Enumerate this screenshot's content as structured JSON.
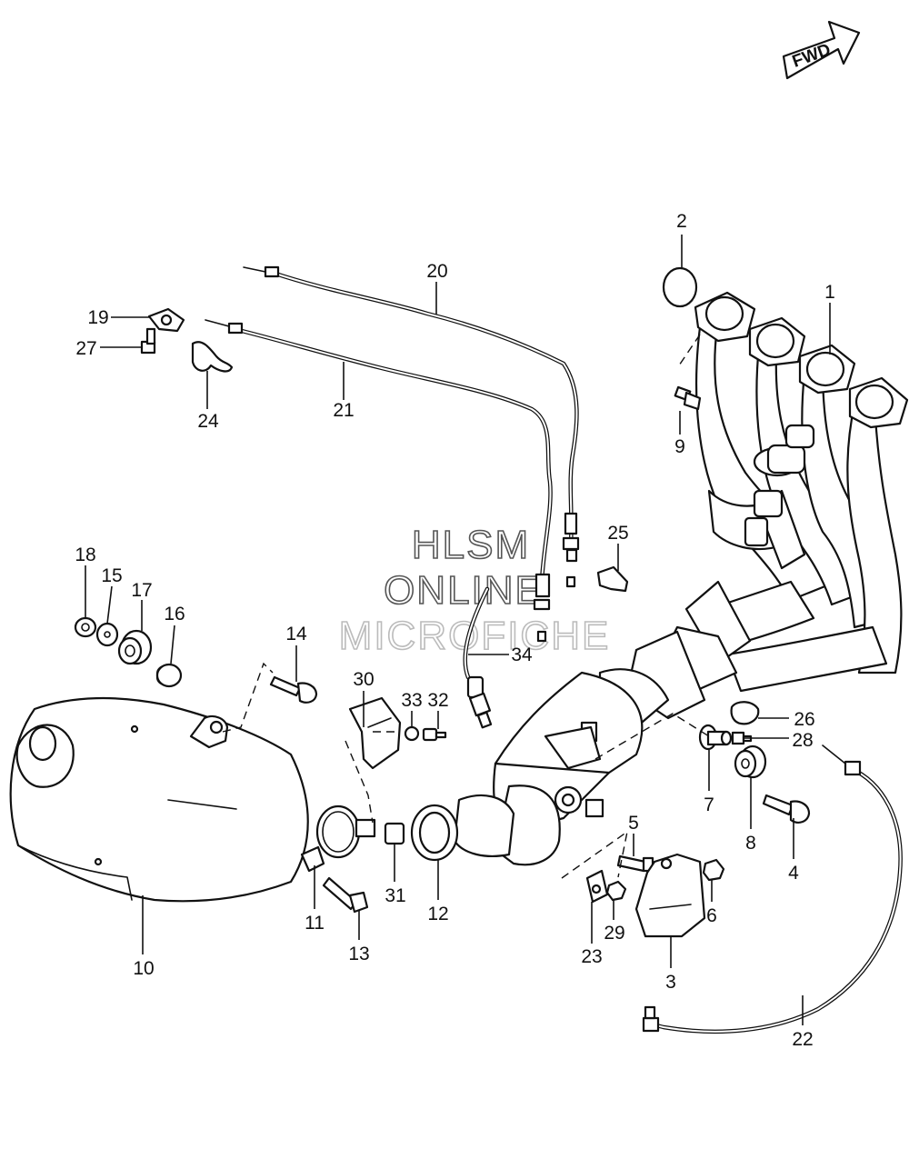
{
  "fwd_label": "FWD",
  "watermark": {
    "line1": "HLSM",
    "line2": "ONLINE",
    "line3": "MICROFICHE"
  },
  "callouts": {
    "c1": "1",
    "c2": "2",
    "c3": "3",
    "c4": "4",
    "c5": "5",
    "c6": "6",
    "c7": "7",
    "c8": "8",
    "c9": "9",
    "c10": "10",
    "c11": "11",
    "c12": "12",
    "c13": "13",
    "c14": "14",
    "c15": "15",
    "c16": "16",
    "c17": "17",
    "c18": "18",
    "c19": "19",
    "c20": "20",
    "c21": "21",
    "c22": "22",
    "c23": "23",
    "c24": "24",
    "c25": "25",
    "c26": "26",
    "c27": "27",
    "c28": "28",
    "c29": "29",
    "c30": "30",
    "c31": "31",
    "c32": "32",
    "c33": "33",
    "c34": "34"
  }
}
